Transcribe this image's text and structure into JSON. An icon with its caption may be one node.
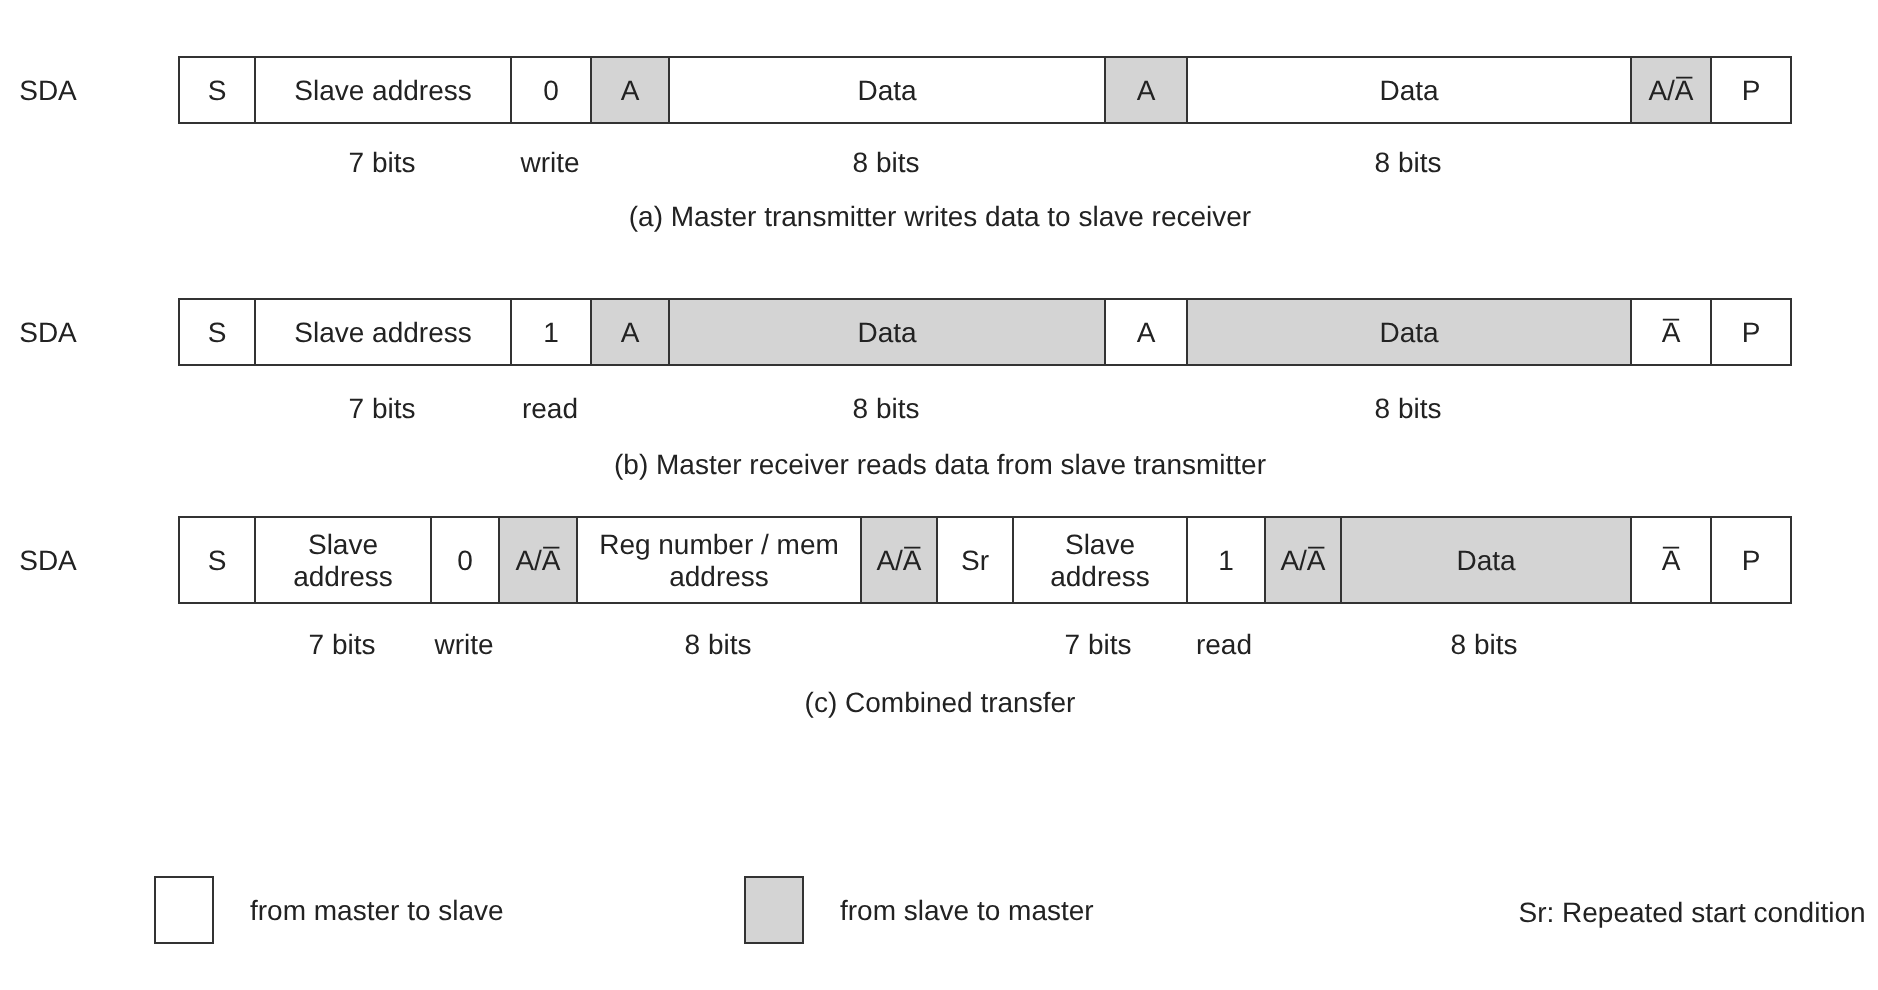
{
  "diagram": {
    "nodes": [
      {
        "text": [
          "S"
        ]
      },
      {
        "text": [
          "Slave address"
        ]
      },
      {
        "text": [
          "0"
        ]
      },
      {
        "text": [
          "A"
        ]
      },
      {
        "text": [
          "Data"
        ]
      },
      {
        "text": [
          "A"
        ]
      },
      {
        "text": [
          "Data"
        ]
      },
      {
        "text": [
          "A/A̅"
        ]
      },
      {
        "text": [
          "P"
        ]
      },
      {
        "text": [
          "S"
        ]
      },
      {
        "text": [
          "Slave address"
        ]
      },
      {
        "text": [
          "1"
        ]
      },
      {
        "text": [
          "A"
        ]
      },
      {
        "text": [
          "Data"
        ]
      },
      {
        "text": [
          "A"
        ]
      },
      {
        "text": [
          "Data"
        ]
      },
      {
        "text": [
          "A̅"
        ]
      },
      {
        "text": [
          "P"
        ]
      },
      {
        "text": [
          "S"
        ]
      },
      {
        "text": [
          "Slave address"
        ]
      },
      {
        "text": [
          "0"
        ]
      },
      {
        "text": [
          "A/A̅"
        ]
      },
      {
        "text": [
          "Reg number / mem address"
        ]
      },
      {
        "text": [
          "A/A̅"
        ]
      },
      {
        "text": [
          "Sr"
        ]
      },
      {
        "text": [
          "Slave address"
        ]
      },
      {
        "text": [
          "1"
        ]
      },
      {
        "text": [
          "A/A̅"
        ]
      },
      {
        "text": [
          "Data"
        ]
      },
      {
        "text": [
          "A̅"
        ]
      },
      {
        "text": [
          "P"
        ]
      }
    ],
    "labels": [
      "SDA",
      "7 bits",
      "write",
      "8 bits",
      "8 bits",
      "(a) Master transmitter writes data to slave receiver",
      "SDA",
      "7 bits",
      "read",
      "8 bits",
      "8 bits",
      "(b) Master receiver reads data from slave transmitter",
      "SDA",
      "7 bits",
      "write",
      "8 bits",
      "7 bits",
      "read",
      "8 bits",
      "(c) Combined transfer",
      "Sr: Repeated start condition"
    ],
    "legend": [
      {
        "text": "from master to slave",
        "color": "#ffffff"
      },
      {
        "text": "from slave to master",
        "color": "#d4d4d4"
      }
    ]
  }
}
